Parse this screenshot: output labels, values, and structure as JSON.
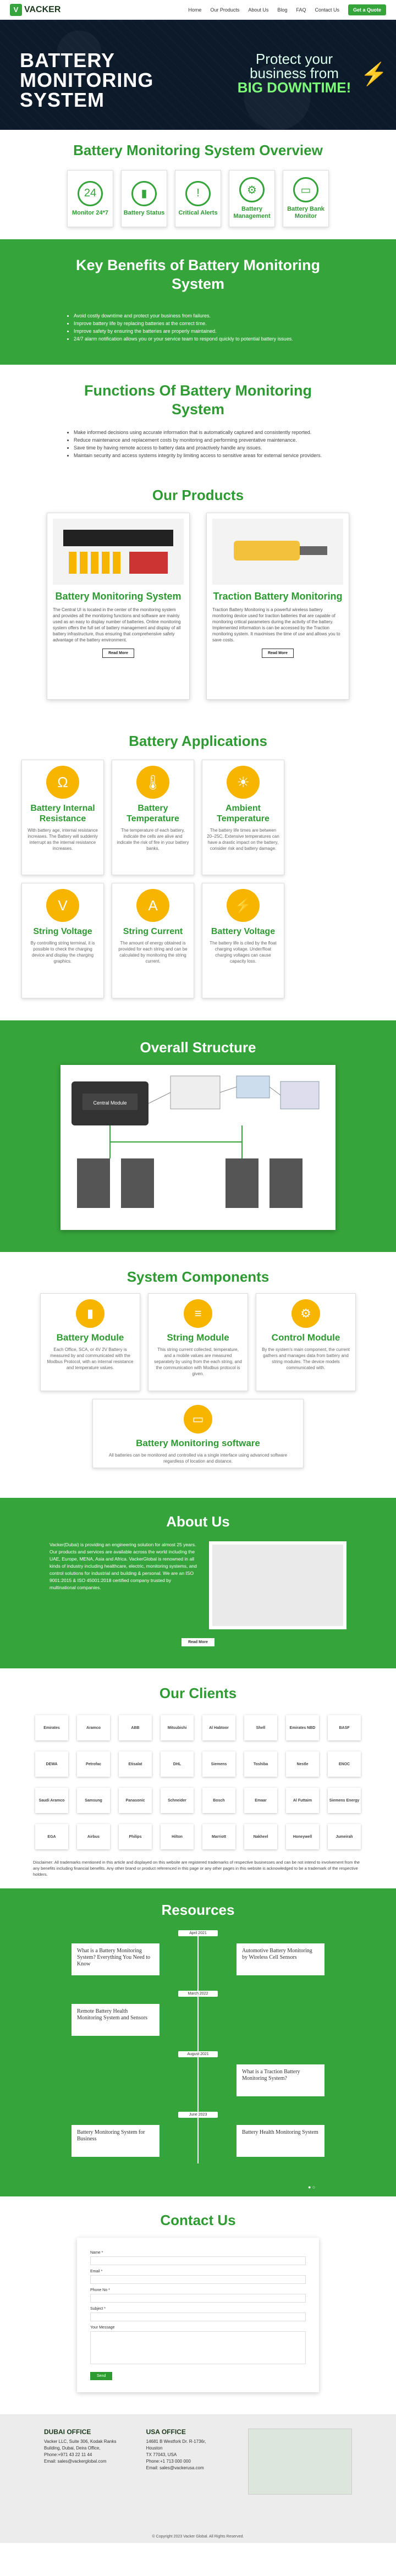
{
  "nav": {
    "brand": "VACKER",
    "items": [
      "Home",
      "Our Products",
      "About Us",
      "Blog",
      "FAQ",
      "Contact Us"
    ],
    "cta": "Get a Quote"
  },
  "hero": {
    "title_line1": "BATTERY",
    "title_line2": "MONITORING",
    "title_line3": "SYSTEM",
    "tagline_1": "Protect your",
    "tagline_2": "business from",
    "tagline_3": "BIG DOWNTIME!"
  },
  "overview": {
    "title": "Battery Monitoring System Overview",
    "items": [
      {
        "label": "Monitor 24*7",
        "icon": "24-7-icon"
      },
      {
        "label": "Battery Status",
        "icon": "battery-icon"
      },
      {
        "label": "Critical Alerts",
        "icon": "alert-icon"
      },
      {
        "label": "Battery Management",
        "icon": "gear-battery-icon"
      },
      {
        "label": "Battery Bank Monitor",
        "icon": "monitor-icon"
      }
    ]
  },
  "benefits": {
    "title": "Key Benefits of Battery Monitoring System",
    "bullets": [
      "Avoid costly downtime and protect your business from failures.",
      "Improve battery life by replacing batteries at the correct time.",
      "Improve safety by ensuring the batteries are properly maintained.",
      "24/7 alarm notification allows you or your service team to respond quickly to potential battery issues."
    ]
  },
  "functions": {
    "title": "Functions Of Battery Monitoring System",
    "bullets": [
      "Make informed decisions using accurate information that is automatically captured and consistently reported.",
      "Reduce maintenance and replacement costs by monitoring and performing preventative maintenance.",
      "Save time by having remote access to battery data and proactively handle any issues.",
      "Maintain security and access systems integrity by limiting access to sensitive areas for external service providers."
    ]
  },
  "products": {
    "title": "Our Products",
    "items": [
      {
        "name": "Battery Monitoring System",
        "desc": "The Central UI is located in the center of the monitoring system and provides all the monitoring functions and software are mainly used as an easy to display number of batteries. Online monitoring system offers the full set of battery management and display of all battery infrastructure, thus ensuring that comprehensive safety advantage of the battery environment.",
        "btn": "Read More"
      },
      {
        "name": "Traction Battery Monitoring",
        "desc": "Traction Battery Monitoring is a powerful wireless battery monitoring device used for traction batteries that are capable of monitoring critical parameters during the activity of the battery. Implemented information is can be accessed by the Traction monitoring system. It maximises the time of use and allows you to save costs.",
        "btn": "Read More"
      }
    ]
  },
  "applications": {
    "title": "Battery Applications",
    "items": [
      {
        "name": "Battery Internal Resistance",
        "desc": "With battery age, internal resistance increases. The Battery will suddenly interrupt as the internal resistance increases."
      },
      {
        "name": "Battery Temperature",
        "desc": "The temperature of each battery, indicate the cells are alive and indicate the risk of fire in your battery banks."
      },
      {
        "name": "Ambient Temperature",
        "desc": "The battery life times are between 20–25C. Extensive temperatures can have a drastic impact on the battery, consider risk and battery damage."
      },
      {
        "name": "String Voltage",
        "desc": "By controlling string terminal, it is possible to check the charging device and display the charging graphics."
      },
      {
        "name": "String Current",
        "desc": "The amount of energy obtained is provided for each string and can be calculated by monitoring the string current."
      },
      {
        "name": "Battery Voltage",
        "desc": "The battery life is cited by the float charging voltage. Under/float charging voltages can cause capacity loss."
      }
    ]
  },
  "structure": {
    "title": "Overall Structure",
    "central": "Central Module"
  },
  "components": {
    "title": "System Components",
    "items": [
      {
        "name": "Battery Module",
        "desc": "Each Office, SCA, or 4V 2V Battery is measured by and communicated with the Modbus Protocol, with an internal resistance and temperature values."
      },
      {
        "name": "String Module",
        "desc": "This string current collected, temperature, and a mobile values are measured separately by using from the each string, and the communication with Modbus protocol is given."
      },
      {
        "name": "Control Module",
        "desc": "By the system's main component, the current gathers and manages data from battery and string modules. The device models communicated with."
      },
      {
        "name": "Battery Monitoring software",
        "desc": "All batteries can be monitored and controlled via a single interface using advanced software regardless of location and distance."
      }
    ]
  },
  "about": {
    "title": "About Us",
    "text": "Vacker(Dubai) is providing an engineering solution for almost 25 years. Our products and services are available across the world including the UAE, Europe, MENA, Asia and Africa. VackerGlobal is renowned in all kinds of industry including healthcare, electric, monitoring systems, and control solutions for industrial and building & personal. We are an ISO 9001:2015 & ISO 45001:2018 certified company trusted by multinational companies.",
    "btn": "Read More"
  },
  "clients": {
    "title": "Our Clients",
    "logos": [
      "Emirates",
      "Aramco",
      "ABB",
      "Mitsubishi",
      "Al Habtoor",
      "Shell",
      "Emirates NBD",
      "BASF",
      "DEWA",
      "Petrofac",
      "Etisalat",
      "DHL",
      "Siemens",
      "Toshiba",
      "Nestle",
      "ENOC",
      "Saudi Aramco",
      "Samsung",
      "Panasonic",
      "Schneider",
      "Bosch",
      "Emaar",
      "Al Futtaim",
      "Siemens Energy",
      "EGA",
      "Airbus",
      "Philips",
      "Hilton",
      "Marriott",
      "Nakheel",
      "Honeywell",
      "Jumeirah"
    ],
    "disclaimer": "Disclaimer: All trademarks mentioned in this article and displayed on this website are registered trademarks of respective businesses and can be not intend to involvement from the any benefits including financial benefits. Any other brand or product referenced in this page or any other pages in this website is acknowledged to be a trademark of the respective holders."
  },
  "resources": {
    "title": "Resources",
    "entries": [
      {
        "date": "April 2021",
        "left": "What is a Battery Monitoring System? Everything You Need to Know",
        "right": "Automotive Battery Monitoring by Wireless Cell Sensors"
      },
      {
        "date": "March 2022",
        "left": "Remote Battery Health Monitoring System and Sensors",
        "right": ""
      },
      {
        "date": "August 2021",
        "left": "",
        "right": "What is a Traction Battery Monitoring System?"
      },
      {
        "date": "June 2023",
        "left": "Battery Monitoring System for Business",
        "right": "Battery Health Monitoring System"
      }
    ]
  },
  "contact": {
    "title": "Contact Us",
    "fields": [
      "Name *",
      "Email *",
      "Phone No *",
      "Subject *",
      "Your Message"
    ],
    "submit": "Send"
  },
  "footer": {
    "dubai_title": "DUBAI OFFICE",
    "dubai_lines": [
      "Vacker LLC, Suite 306, Kodak Ranks Building, Dubai, Deira Office,",
      "Phone:+971 43 22 11 44",
      "Email: sales@vackerglobal.com"
    ],
    "usa_title": "USA OFFICE",
    "usa_lines": [
      "14681 B Westfork Dr. R-1736r,",
      "Houston",
      "TX 77043, USA",
      "Phone:+1 713 000 000",
      "Email: sales@vackerusa.com"
    ],
    "copyright": "© Copyright 2023 Vacker Global. All Rights Reserved."
  }
}
